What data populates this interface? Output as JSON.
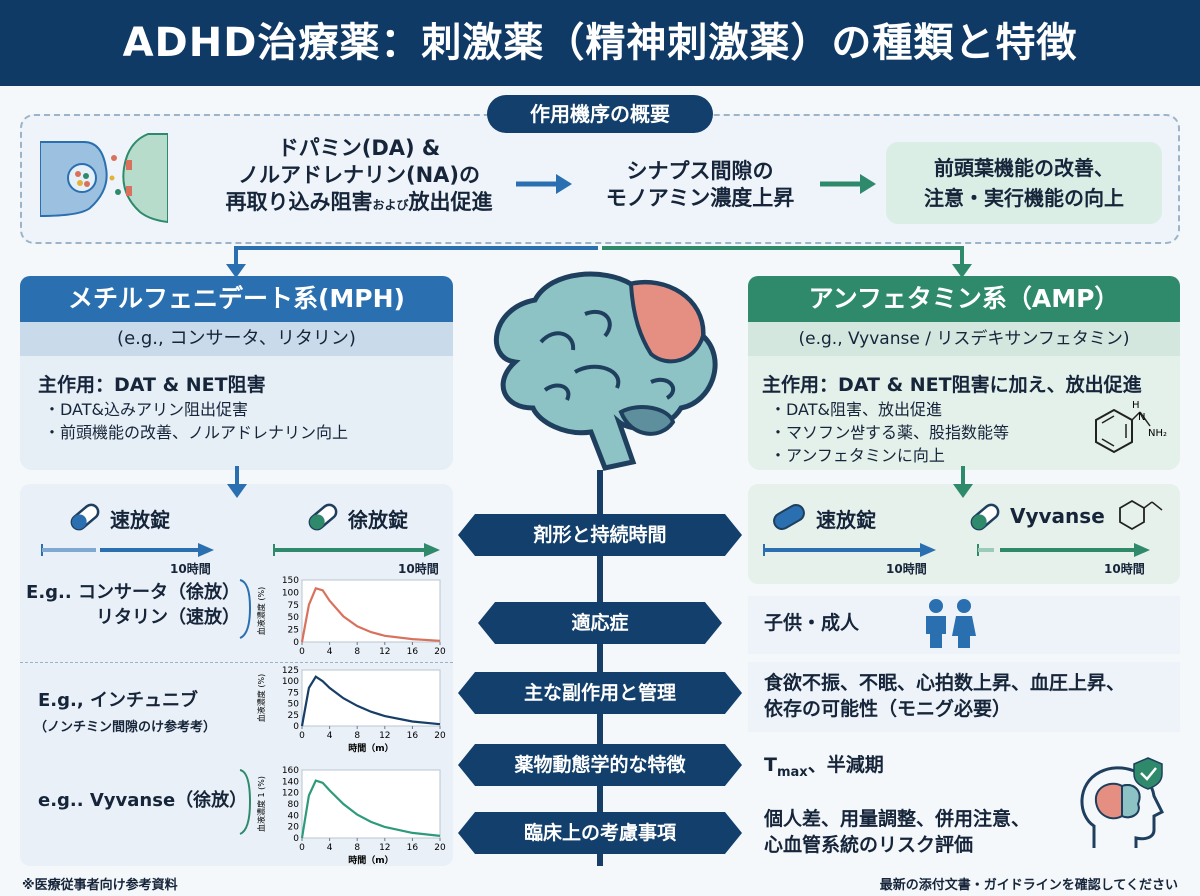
{
  "title": "ADHD治療薬：刺激薬（精神刺激薬）の種類と特徴",
  "mechanism": {
    "heading": "作用機序の概要",
    "step1": "ドパミン(DA) &\nノルアドレナリン(NA)の\n再取り込み阻害",
    "step1_small": "および",
    "step1_end": "放出促進",
    "step2": "シナプス間隙の\nモノアミン濃度上昇",
    "step3": "前頭葉機能の改善、\n注意・実行機能の向上",
    "icon": "synapse-icon"
  },
  "left_panel": {
    "title": "メチルフェニデート系(MPH)",
    "examples": "(e.g., コンサータ、リタリン)",
    "main_action": "主作用：DAT & NET阻害",
    "bullets": [
      "・DAT&込みアリン阻出促害",
      "・前頭機能の改善、ノルアドレナリン向上"
    ]
  },
  "right_panel": {
    "title": "アンフェタミン系（AMP）",
    "examples": "(e.g., Vyvanse / リスデキサンフェタミン)",
    "main_action": "主作用：DAT & NET阻害に加え、放出促進",
    "bullets": [
      "・DAT&阻害、放出促進",
      "・マソフン쌷する薬、股指数能等",
      "・アンフェタミンに向上"
    ],
    "molecule_labels": [
      "H",
      "N",
      "NH₂"
    ]
  },
  "formulations": {
    "left": [
      {
        "label": "速放錠",
        "time": "10時間",
        "color": "#2a6fb0"
      },
      {
        "label": "徐放錠",
        "time": "10時間",
        "color": "#2e8a6b"
      }
    ],
    "right": [
      {
        "label": "速放錠",
        "time": "10時間",
        "color": "#2a6fb0"
      },
      {
        "label": "Vyvanse",
        "time": "10時間",
        "color": "#2e8a6b"
      }
    ]
  },
  "rows": [
    {
      "label": "剤形と持続時間",
      "content": ""
    },
    {
      "label": "適応症",
      "content": "子供・成人"
    },
    {
      "label": "主な副作用と管理",
      "content": "食欲不振、不眠、心拍数上昇、血圧上昇、\n依存の可能性（モニグ必要）"
    },
    {
      "label": "薬物動態学的な特徴",
      "content": "T",
      "sub": "max",
      "content_after": "、半減期"
    },
    {
      "label": "臨床上の考慮事項",
      "content": "個人差、用量調整、併用注意、\n心血管系統のリスク評価"
    }
  ],
  "examples": [
    {
      "text": "E.g.. コンサータ（徐放）\nリタリン（速放）"
    },
    {
      "text": "E.g., インチュニブ",
      "note": "（ノンチミン間隙のけ参考考）"
    },
    {
      "text": "e.g.. Vyvanse（徐放）"
    }
  ],
  "chart_data": [
    {
      "type": "line",
      "ylabel": "血液濃度 (%)",
      "x_ticks": [
        "0",
        "4",
        "8",
        "12",
        "16",
        "20"
      ],
      "y_ticks": [
        "0",
        "25",
        "50",
        "75",
        "100",
        "150"
      ],
      "xlim": [
        0,
        20
      ],
      "ylim": [
        0,
        150
      ],
      "color": "#d9725c",
      "x": [
        0,
        1,
        2,
        3,
        4,
        6,
        8,
        10,
        12,
        16,
        20
      ],
      "y": [
        0,
        90,
        130,
        125,
        100,
        62,
        38,
        24,
        15,
        7,
        3
      ]
    },
    {
      "type": "line",
      "ylabel": "血液濃度 (%)",
      "xlabel": "時間（m）",
      "x_ticks": [
        "0",
        "4",
        "8",
        "12",
        "16",
        "20"
      ],
      "y_ticks": [
        "0",
        "25",
        "50",
        "75",
        "100",
        "125"
      ],
      "xlim": [
        0,
        20
      ],
      "ylim": [
        0,
        125
      ],
      "color": "#163e66",
      "x": [
        0,
        1,
        2,
        3,
        4,
        6,
        8,
        10,
        12,
        16,
        20
      ],
      "y": [
        0,
        85,
        110,
        100,
        85,
        62,
        45,
        32,
        22,
        10,
        4
      ]
    },
    {
      "type": "line",
      "ylabel": "血液濃度 1 (%)",
      "xlabel": "時間（m）",
      "x_ticks": [
        "0",
        "4",
        "8",
        "12",
        "16",
        "20"
      ],
      "y_ticks": [
        "0",
        "20",
        "40",
        "80",
        "120",
        "140",
        "160"
      ],
      "xlim": [
        0,
        20
      ],
      "ylim": [
        0,
        160
      ],
      "color": "#2e9a7c",
      "x": [
        0,
        1,
        2,
        3,
        4,
        6,
        8,
        10,
        12,
        16,
        20
      ],
      "y": [
        0,
        100,
        135,
        130,
        112,
        80,
        55,
        38,
        26,
        12,
        5
      ]
    }
  ],
  "footer": {
    "left": "※医療従事者向け参考資料",
    "right": "最新の添付文書・ガイドラインを確認してください"
  }
}
